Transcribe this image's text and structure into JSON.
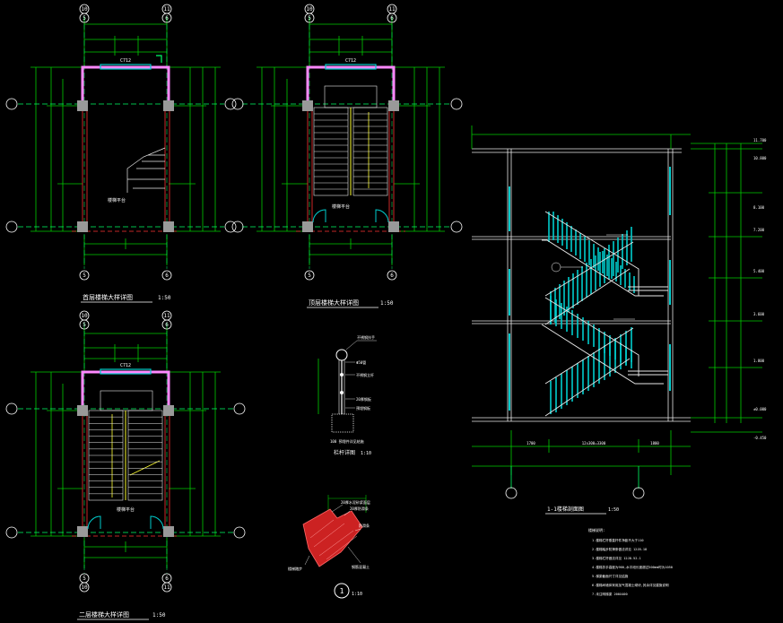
{
  "colors": {
    "background": "#000000",
    "dim": "#00cc00",
    "axis": "#00ff66",
    "wall": "#ff88ff",
    "column": "#999999",
    "cut": "#ff3333",
    "glass": "#00cccc",
    "stair": "#e8e8e8",
    "yellow": "#ffff33",
    "text": "#ffffff",
    "hatch": "#cc2222"
  },
  "plans": {
    "top_left": {
      "top_axes": [
        "10",
        "5",
        "11",
        "6"
      ],
      "bottom_axes": [
        "5",
        "6"
      ],
      "title": "首层楼梯大样详图",
      "scale": "1:50",
      "window_tag": "C712",
      "note": "楼梯平台"
    },
    "top_mid": {
      "top_axes": [
        "10",
        "5",
        "11",
        "6"
      ],
      "bottom_axes": [
        "5",
        "6"
      ],
      "title": "顶层楼梯大样详图",
      "scale": "1:50",
      "window_tag": "C712",
      "note": "楼梯平台"
    },
    "bottom_left": {
      "top_axes": [
        "10",
        "5",
        "11",
        "6"
      ],
      "bottom_axes": [
        "5",
        "10",
        "6",
        "11"
      ],
      "title": "二层楼梯大样详图",
      "scale": "1:50",
      "window_tag": "C712",
      "note": "楼梯平台"
    }
  },
  "section": {
    "title": "1-1楼梯剖面图",
    "scale": "1:50",
    "level_labels": [
      "11.700",
      "10.800",
      "8.100",
      "7.200",
      "5.400",
      "3.600",
      "1.800",
      "±0.000",
      "-0.450"
    ],
    "bottom_dims": [
      "1700",
      "12x300=3300",
      "1800"
    ],
    "notes_heading": "楼梯说明:",
    "notes": [
      "1.楼梯栏杆垂直杆件净距不大于110",
      "2.楼梯踏步防滑条做法详见 12J8-18",
      "3.楼梯栏杆做法详见 12J8-52-1",
      "4.楼梯扶手高度为900,水平段长度超过500mm时为1050",
      "5.梯梁截面尺寸详见结施",
      "6.楼梯间墙体采用加气混凝土砌块,其余详见建施说明",
      "7.未注明梯梁 200X400"
    ]
  },
  "details": {
    "railing": {
      "title": "栏杆详图",
      "scale": "1:10",
      "labels": [
        "不锈钢扶手",
        "Φ50管",
        "不锈钢立杆",
        "20厚钢板",
        "预埋钢板",
        "100 预埋件详见结施"
      ]
    },
    "tread": {
      "number": "1",
      "scale": "1:10",
      "labels": [
        "20厚水泥砂浆面层",
        "20厚防滑条",
        "防滑条",
        "楼梯踏步",
        "钢筋混凝土"
      ]
    }
  }
}
